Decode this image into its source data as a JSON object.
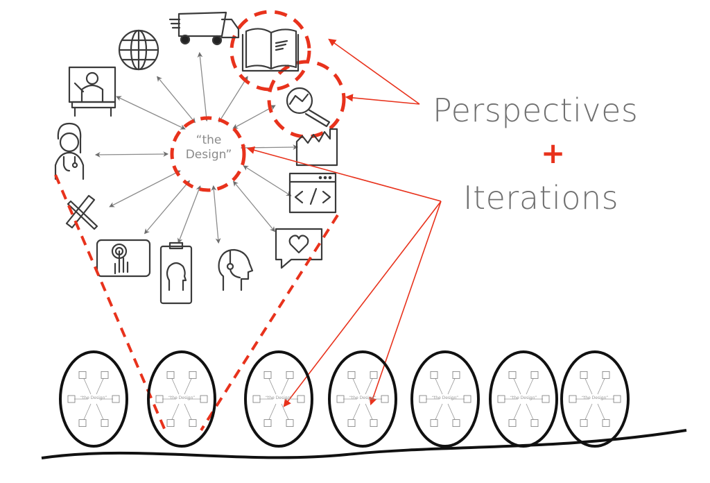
{
  "diagram": {
    "center_label": [
      "“the",
      "Design”"
    ],
    "headline": {
      "line1": "Perspectives",
      "plus": "+",
      "line2": "Iterations"
    },
    "colors": {
      "accent": "#e8321c",
      "text": "#6f6f6f",
      "icon": "#3a3a3a",
      "arrow": "#6d6d6d",
      "loop": "#111111"
    },
    "perspective_icons": [
      {
        "name": "presenter-icon",
        "label": "presenter"
      },
      {
        "name": "globe-icon",
        "label": "globe"
      },
      {
        "name": "delivery-truck-icon",
        "label": "delivery truck"
      },
      {
        "name": "open-book-icon",
        "label": "open book",
        "highlighted": true
      },
      {
        "name": "magnifier-chart-icon",
        "label": "data analysis",
        "highlighted": true
      },
      {
        "name": "factory-icon",
        "label": "factory"
      },
      {
        "name": "code-window-icon",
        "label": "code window"
      },
      {
        "name": "heart-speech-bubble-icon",
        "label": "feedback"
      },
      {
        "name": "headset-person-icon",
        "label": "support agent"
      },
      {
        "name": "clipboard-head-icon",
        "label": "user profile"
      },
      {
        "name": "touchscreen-tap-icon",
        "label": "touch interaction"
      },
      {
        "name": "pencil-ruler-icon",
        "label": "design tools"
      },
      {
        "name": "doctor-icon",
        "label": "medical professional"
      }
    ],
    "iterations": [
      {
        "index": 1,
        "label": "“the Design”"
      },
      {
        "index": 2,
        "label": "“the Design”"
      },
      {
        "index": 3,
        "label": "“the Design”"
      },
      {
        "index": 4,
        "label": "“the Design”"
      },
      {
        "index": 5,
        "label": "“the Design”"
      },
      {
        "index": 6,
        "label": "“the Design”"
      },
      {
        "index": 7,
        "label": "“the Design”"
      }
    ]
  }
}
